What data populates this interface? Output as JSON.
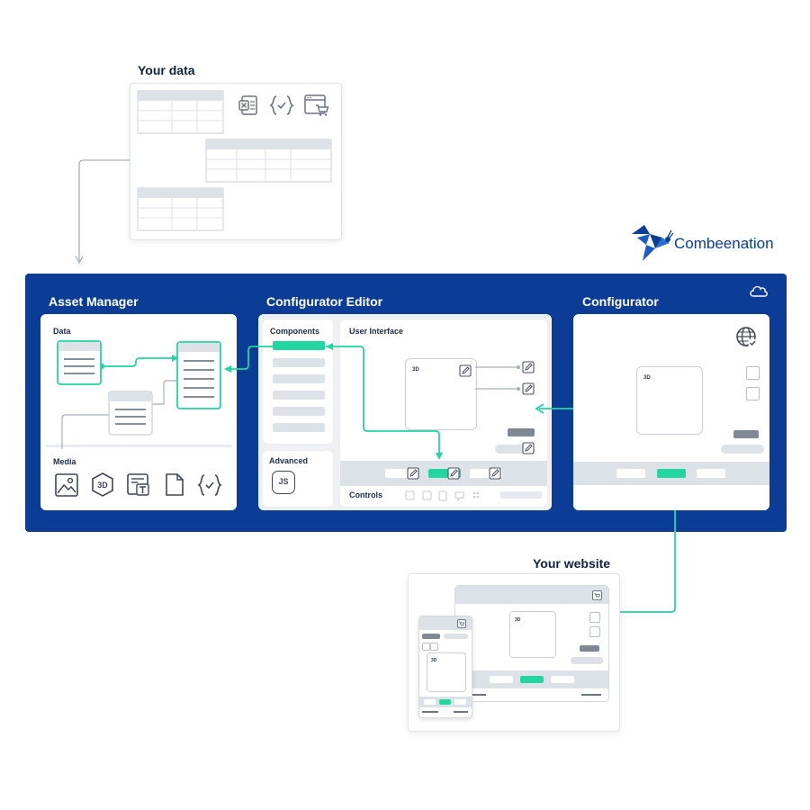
{
  "your_data": {
    "heading": "Your data"
  },
  "brand": {
    "name": "Combeenation",
    "color": "#0b3d97"
  },
  "colors": {
    "panel": "#0b3d97",
    "accent": "#22d6a0",
    "gray": "#dde1e8"
  },
  "asset_manager": {
    "heading": "Asset Manager",
    "data_label": "Data",
    "media_label": "Media",
    "media_icons": [
      "image-icon",
      "3d-icon",
      "text-layer-icon",
      "file-icon",
      "json-braces-icon"
    ]
  },
  "configurator_editor": {
    "heading": "Configurator Editor",
    "components_label": "Components",
    "advanced_label": "Advanced",
    "js_label": "JS",
    "ui_label": "User Interface",
    "controls_label": "Controls",
    "box_3d_label": "3D"
  },
  "configurator": {
    "heading": "Configurator",
    "box_3d_label": "3D",
    "icons": [
      "cloud-icon",
      "globe-check-icon"
    ]
  },
  "your_website": {
    "heading": "Your website",
    "desktop_3d_label": "3D",
    "mobile_3d_label": "3D",
    "icons": [
      "cart-icon"
    ]
  },
  "data_icons": [
    "excel-icon",
    "json-braces-icon",
    "webshop-cart-icon"
  ]
}
